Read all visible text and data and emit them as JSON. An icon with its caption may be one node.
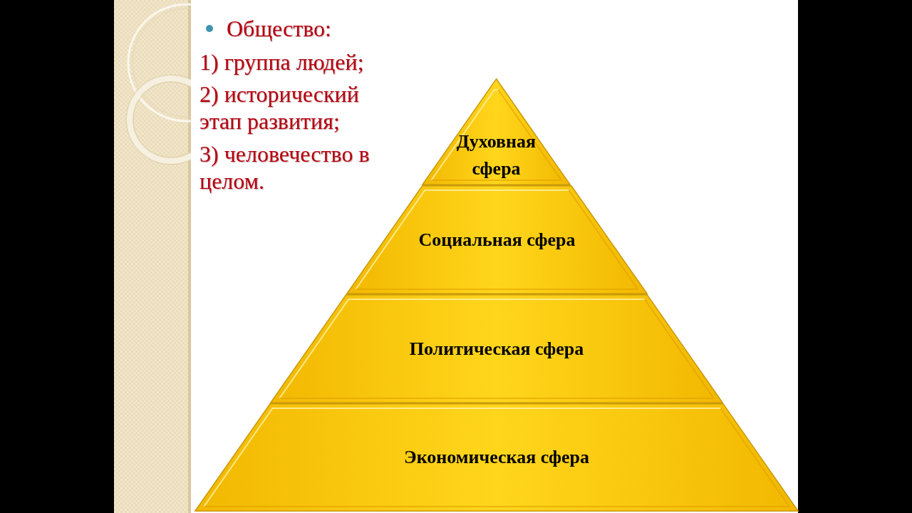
{
  "diagram": {
    "nodes": [
      {
        "text": [
          "Духовная сфера"
        ]
      },
      {
        "text": [
          "Социальная сфера"
        ]
      },
      {
        "text": [
          "Политическая сфера"
        ]
      },
      {
        "text": [
          "Экономическая сфера"
        ]
      }
    ],
    "labels": [
      "Общество:",
      "1) группа людей;",
      "2) исторический этап развития;",
      "3) человечество в целом."
    ]
  }
}
